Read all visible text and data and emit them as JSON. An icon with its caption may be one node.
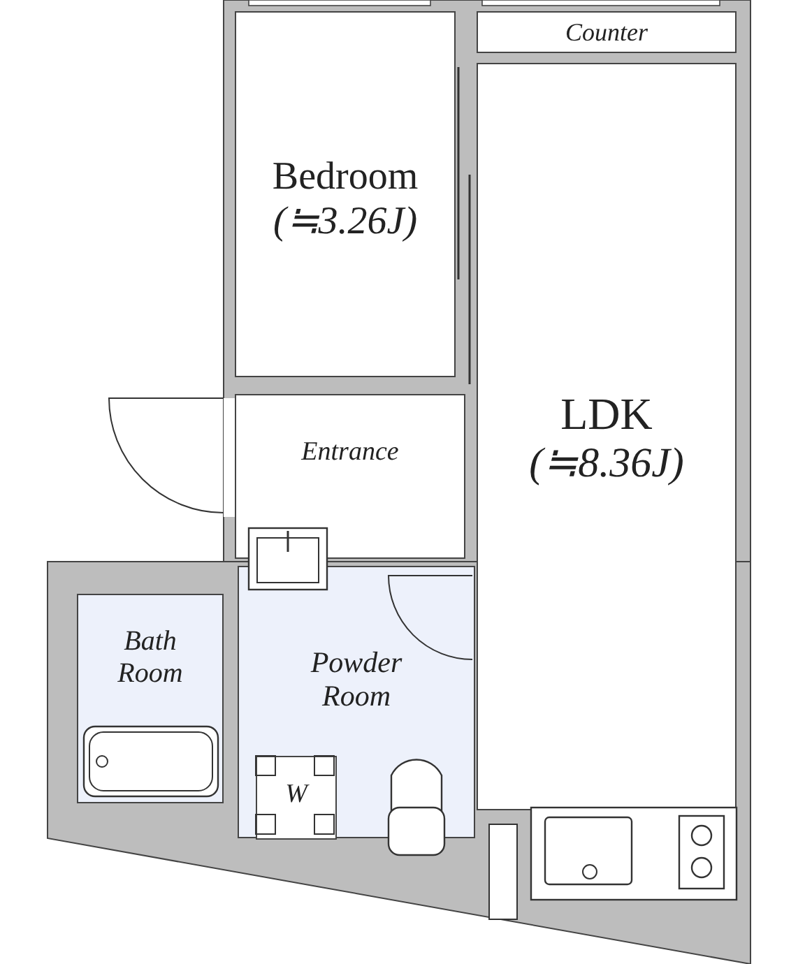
{
  "diagram": {
    "nodes": [
      {
        "text": [
          "Counter"
        ]
      },
      {
        "text": [
          "Bedroom",
          "(≒3.26J)"
        ]
      },
      {
        "text": [
          "LDK",
          "(≒8.36J)"
        ]
      },
      {
        "text": [
          "Entrance"
        ]
      },
      {
        "text": [
          "Bath Room"
        ]
      },
      {
        "text": [
          "Powder Room"
        ]
      },
      {
        "text": [
          "W"
        ],
        "in": 5
      }
    ]
  }
}
